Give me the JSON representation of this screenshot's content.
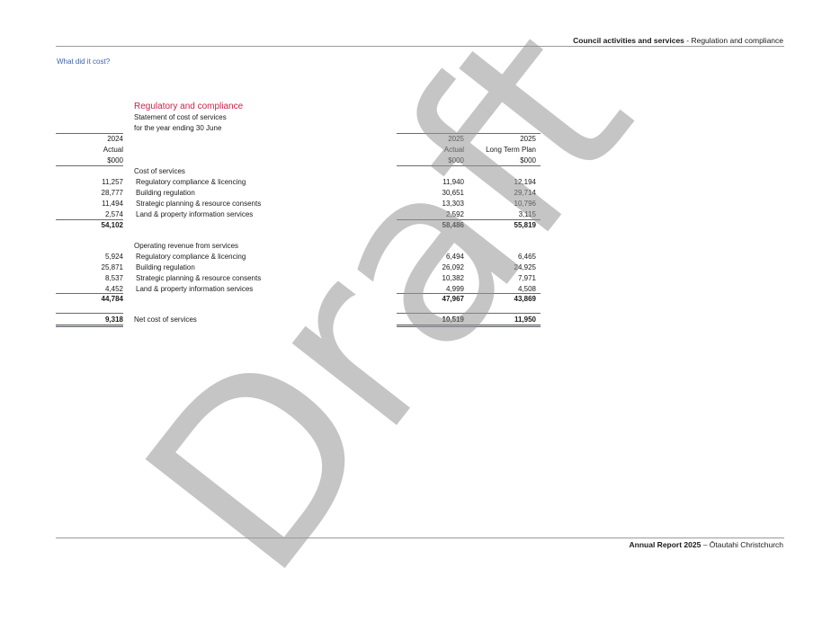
{
  "header": {
    "section_bold": "Council activities and services",
    "section_rest": " - Regulation and compliance"
  },
  "footer": {
    "report_bold": "Annual Report 2025",
    "report_rest": " – Ōtautahi Christchurch"
  },
  "what_did_it_cost": "What did it cost?",
  "statement": {
    "title": "Regulatory and compliance",
    "subtitle1": "Statement of cost of services",
    "subtitle2": "for the year ending 30 June"
  },
  "columns": {
    "c2024": {
      "year": "2024",
      "type": "Actual",
      "unit": "$000"
    },
    "c2025": {
      "year": "2025",
      "type": "Actual",
      "unit": "$000"
    },
    "cltp": {
      "year": "2025",
      "type": "Long Term Plan",
      "unit": "$000"
    }
  },
  "cost_section": {
    "heading": "Cost of services",
    "rows": [
      {
        "label": "Regulatory compliance & licencing",
        "v2024": "11,257",
        "v2025": "11,940",
        "ltp": "12,194"
      },
      {
        "label": "Building regulation",
        "v2024": "28,777",
        "v2025": "30,651",
        "ltp": "29,714"
      },
      {
        "label": "Strategic planning & resource consents",
        "v2024": "11,494",
        "v2025": "13,303",
        "ltp": "10,796"
      },
      {
        "label": "Land & property information services",
        "v2024": "2,574",
        "v2025": "2,592",
        "ltp": "3,115"
      }
    ],
    "total": {
      "v2024": "54,102",
      "v2025": "58,486",
      "ltp": "55,819"
    }
  },
  "revenue_section": {
    "heading": "Operating revenue from services",
    "rows": [
      {
        "label": "Regulatory compliance & licencing",
        "v2024": "5,924",
        "v2025": "6,494",
        "ltp": "6,465"
      },
      {
        "label": "Building regulation",
        "v2024": "25,871",
        "v2025": "26,092",
        "ltp": "24,925"
      },
      {
        "label": "Strategic planning & resource consents",
        "v2024": "8,537",
        "v2025": "10,382",
        "ltp": "7,971"
      },
      {
        "label": "Land & property information services",
        "v2024": "4,452",
        "v2025": "4,999",
        "ltp": "4,508"
      }
    ],
    "total": {
      "v2024": "44,784",
      "v2025": "47,967",
      "ltp": "43,869"
    }
  },
  "net": {
    "label": "Net cost of services",
    "v2024": "9,318",
    "v2025": "10,519",
    "ltp": "11,950"
  },
  "watermark": "Draft"
}
